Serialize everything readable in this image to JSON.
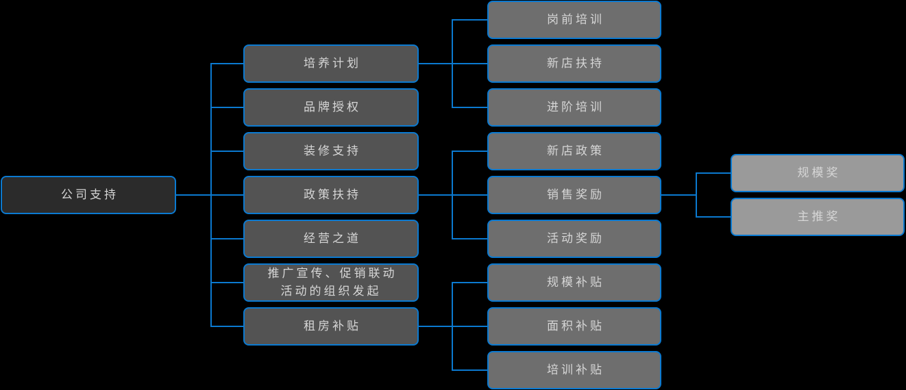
{
  "diagram": {
    "type": "org-tree",
    "title": "公司支持",
    "direction": "left-to-right",
    "colors": {
      "background": "#000000",
      "edge": "#0b7ad1",
      "border": "#0b7ad1",
      "text": "#d6d6d6",
      "level0_fill": "#2b2b2b",
      "level1_fill": "#535353",
      "level2_fill": "#6e6e6e",
      "level3_fill": "#9a9a9a"
    },
    "root": {
      "label": "公司支持"
    },
    "level1": [
      {
        "label": "培养计划"
      },
      {
        "label": "品牌授权"
      },
      {
        "label": "装修支持"
      },
      {
        "label": "政策扶持"
      },
      {
        "label": "经营之道"
      },
      {
        "label": "推广宣传、促销联动\n活动的组织发起"
      },
      {
        "label": "租房补贴"
      }
    ],
    "level2": {
      "培养计划": [
        {
          "label": "岗前培训"
        },
        {
          "label": "新店扶持"
        },
        {
          "label": "进阶培训"
        }
      ],
      "政策扶持": [
        {
          "label": "新店政策"
        },
        {
          "label": "销售奖励"
        },
        {
          "label": "活动奖励"
        }
      ],
      "租房补贴": [
        {
          "label": "规模补贴"
        },
        {
          "label": "面积补贴"
        },
        {
          "label": "培训补贴"
        }
      ]
    },
    "level3": {
      "销售奖励": [
        {
          "label": "规模奖"
        },
        {
          "label": "主推奖"
        }
      ]
    }
  }
}
